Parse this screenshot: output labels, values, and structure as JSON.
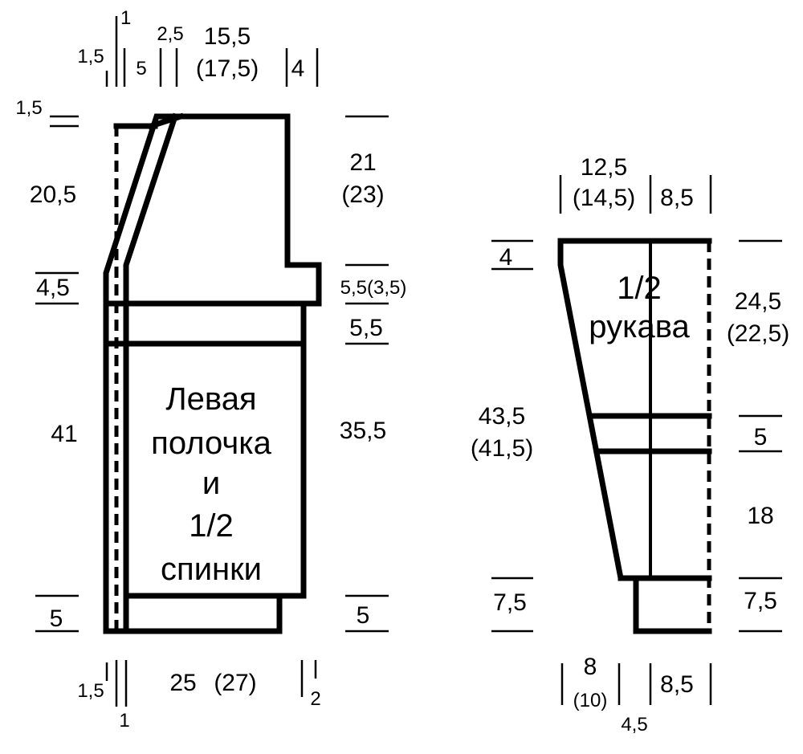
{
  "front_piece": {
    "title_lines": [
      "Левая",
      "полочка",
      "и",
      "1/2",
      "спинки"
    ],
    "top_dims": {
      "a": "1,5",
      "b": "1",
      "c": "5",
      "d": "2,5",
      "e": "15,5",
      "e_alt": "(17,5)",
      "f": "4"
    },
    "left_dims": {
      "a": "1,5",
      "b": "20,5",
      "c": "4,5",
      "d": "41",
      "e": "5"
    },
    "right_dims": {
      "a": "21",
      "a_alt": "(23)",
      "b": "5,5(3,5)",
      "c": "5,5",
      "d": "35,5",
      "e": "5"
    },
    "bottom_dims": {
      "a": "1,5",
      "b": "1",
      "c": "25",
      "c_alt": "(27)",
      "d": "2"
    }
  },
  "sleeve": {
    "title_lines": [
      "1/2",
      "рукава"
    ],
    "top_dims": {
      "a": "12,5",
      "a_alt": "(14,5)",
      "b": "8,5"
    },
    "left_dims": {
      "a": "4",
      "b": "43,5",
      "b_alt": "(41,5)",
      "c": "7,5"
    },
    "right_dims": {
      "a": "24,5",
      "a_alt": "(22,5)",
      "b": "5",
      "c": "18",
      "d": "7,5"
    },
    "bottom_dims": {
      "a": "8",
      "a_alt": "(10)",
      "b": "4,5",
      "c": "8,5"
    }
  }
}
